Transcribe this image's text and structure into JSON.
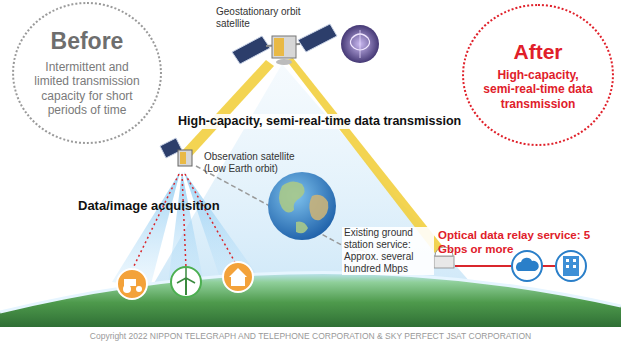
{
  "diagram": {
    "nodes": [
      {
        "text": [
          "Before",
          "Intermittent and limited transmission capacity for short periods of time"
        ]
      },
      {
        "text": [
          "After",
          "High-capacity, semi-real-time data transmission"
        ]
      }
    ],
    "labels": [
      "Geostationary orbit satellite",
      "High-capacity, semi-real-time data transmission",
      "Observation satellite (Low Earth orbit)",
      "Data/image acquisition",
      "Existing ground station service: Approx. several hundred Mbps",
      "Optical data relay service: 5 Gbps or more",
      "Copyright 2022 NIPPON TELEGRAPH AND TELEPHONE CORPORATION & SKY PERFECT JSAT CORPORATION"
    ]
  }
}
